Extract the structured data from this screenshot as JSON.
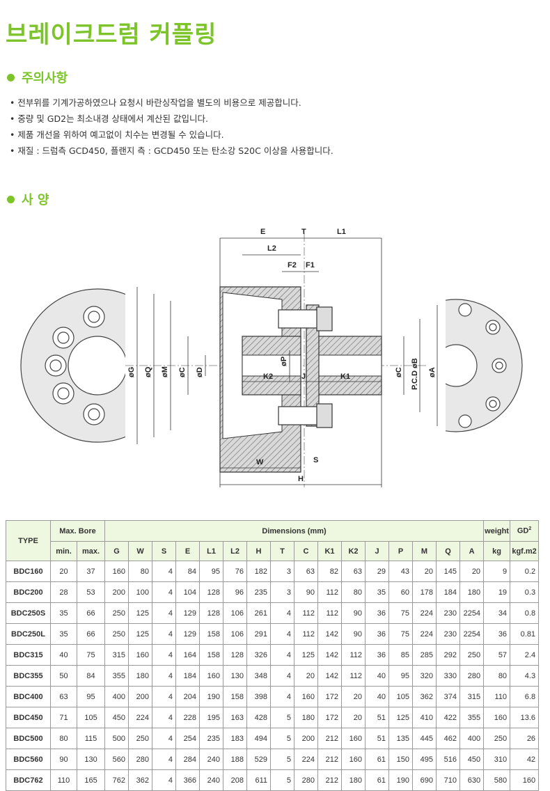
{
  "title": "브레이크드럼 커플링",
  "notes_heading": "주의사항",
  "notes": [
    "전부위를 기계가공하였으나 요청시 바란싱작업을 별도의 비용으로 제공합니다.",
    "중량 및 GD2는 최소내경 상태에서 계산된 값입니다.",
    "제품 개선을 위하여 예고없이 치수는 변경될 수 있습니다.",
    "재질 : 드럼측 GCD450, 플랜지 측 : GCD450 또는 탄소강 S20C 이상을 사용합니다."
  ],
  "spec_heading": "사 양",
  "diagram": {
    "labels": {
      "E": "E",
      "T": "T",
      "L1": "L1",
      "L2": "L2",
      "F2": "F2",
      "F1": "F1",
      "G": "øG",
      "Q": "øQ",
      "M": "øM",
      "C_left": "øC",
      "D": "øD",
      "P": "øP",
      "K2": "K2",
      "J": "J",
      "K1": "K1",
      "C_right": "øC",
      "PCD": "P.C.D øB",
      "A": "øA",
      "W": "W",
      "S": "S",
      "H": "H"
    }
  },
  "table": {
    "type_header": "TYPE",
    "bore_header": "Max. Bore",
    "dims_header": "Dimensions (mm)",
    "weight_header": "weight",
    "gd_header": "GD",
    "gd_sup": "2",
    "sub_headers": [
      "min.",
      "max.",
      "G",
      "W",
      "S",
      "E",
      "L1",
      "L2",
      "H",
      "T",
      "C",
      "K1",
      "K2",
      "J",
      "P",
      "M",
      "Q",
      "A",
      "kg",
      "kgf.m2"
    ],
    "rows": [
      [
        "BDC160",
        "20",
        "37",
        "160",
        "80",
        "4",
        "84",
        "95",
        "76",
        "182",
        "3",
        "63",
        "82",
        "63",
        "29",
        "43",
        "20",
        "145",
        "20",
        "9",
        "0.2"
      ],
      [
        "BDC200",
        "28",
        "53",
        "200",
        "100",
        "4",
        "104",
        "128",
        "96",
        "235",
        "3",
        "90",
        "112",
        "80",
        "35",
        "60",
        "178",
        "184",
        "180",
        "19",
        "0.3"
      ],
      [
        "BDC250S",
        "35",
        "66",
        "250",
        "125",
        "4",
        "129",
        "128",
        "106",
        "261",
        "4",
        "112",
        "112",
        "90",
        "36",
        "75",
        "224",
        "230",
        "2254",
        "34",
        "0.8"
      ],
      [
        "BDC250L",
        "35",
        "66",
        "250",
        "125",
        "4",
        "129",
        "158",
        "106",
        "291",
        "4",
        "112",
        "142",
        "90",
        "36",
        "75",
        "224",
        "230",
        "2254",
        "36",
        "0.81"
      ],
      [
        "BDC315",
        "40",
        "75",
        "315",
        "160",
        "4",
        "164",
        "158",
        "128",
        "326",
        "4",
        "125",
        "142",
        "112",
        "36",
        "85",
        "285",
        "292",
        "250",
        "57",
        "2.4"
      ],
      [
        "BDC355",
        "50",
        "84",
        "355",
        "180",
        "4",
        "184",
        "160",
        "130",
        "348",
        "4",
        "20",
        "142",
        "112",
        "40",
        "95",
        "320",
        "330",
        "280",
        "80",
        "4.3"
      ],
      [
        "BDC400",
        "63",
        "95",
        "400",
        "200",
        "4",
        "204",
        "190",
        "158",
        "398",
        "4",
        "160",
        "172",
        "20",
        "40",
        "105",
        "362",
        "374",
        "315",
        "110",
        "6.8"
      ],
      [
        "BDC450",
        "71",
        "105",
        "450",
        "224",
        "4",
        "228",
        "195",
        "163",
        "428",
        "5",
        "180",
        "172",
        "20",
        "51",
        "125",
        "410",
        "422",
        "355",
        "160",
        "13.6"
      ],
      [
        "BDC500",
        "80",
        "115",
        "500",
        "250",
        "4",
        "254",
        "235",
        "183",
        "494",
        "5",
        "200",
        "212",
        "160",
        "51",
        "135",
        "445",
        "462",
        "400",
        "250",
        "26"
      ],
      [
        "BDC560",
        "90",
        "130",
        "560",
        "280",
        "4",
        "284",
        "240",
        "188",
        "529",
        "5",
        "224",
        "212",
        "160",
        "61",
        "150",
        "495",
        "516",
        "450",
        "310",
        "42"
      ],
      [
        "BDC762",
        "110",
        "165",
        "762",
        "362",
        "4",
        "366",
        "240",
        "208",
        "611",
        "5",
        "280",
        "212",
        "180",
        "61",
        "190",
        "690",
        "710",
        "630",
        "580",
        "160"
      ]
    ]
  }
}
